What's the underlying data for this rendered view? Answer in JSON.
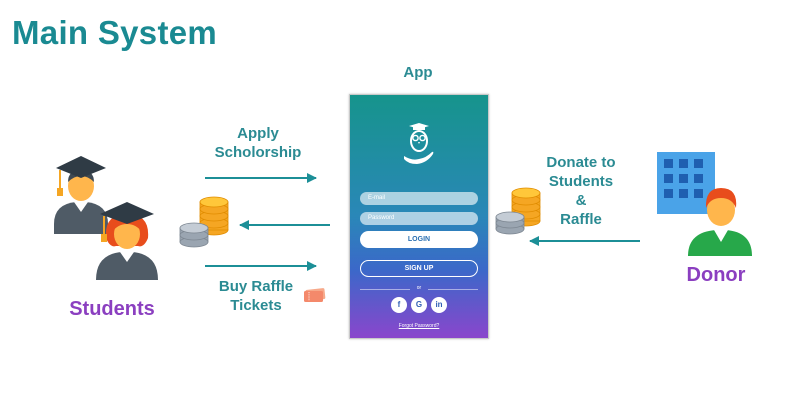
{
  "title": "Main System",
  "app": {
    "label": "App",
    "email_placeholder": "E-mail",
    "password_placeholder": "Password",
    "login_label": "LOGIN",
    "signup_label": "SIGN UP",
    "or_text": "or",
    "social_facebook": "f",
    "social_google": "G",
    "social_linkedin": "in",
    "forgot_password": "Forgot Password?"
  },
  "flows": {
    "apply_line1": "Apply",
    "apply_line2": "Scholorship",
    "buy_line1": "Buy Raffle",
    "buy_line2": "Tickets",
    "donate_line1": "Donate to",
    "donate_line2": "Students",
    "donate_line3": "&",
    "donate_line4": "Raffle"
  },
  "actors": {
    "students": "Students",
    "donor": "Donor"
  },
  "colors": {
    "teal": "#1a8a92",
    "purple": "#8b3fc0",
    "gold": "#f5a623"
  }
}
